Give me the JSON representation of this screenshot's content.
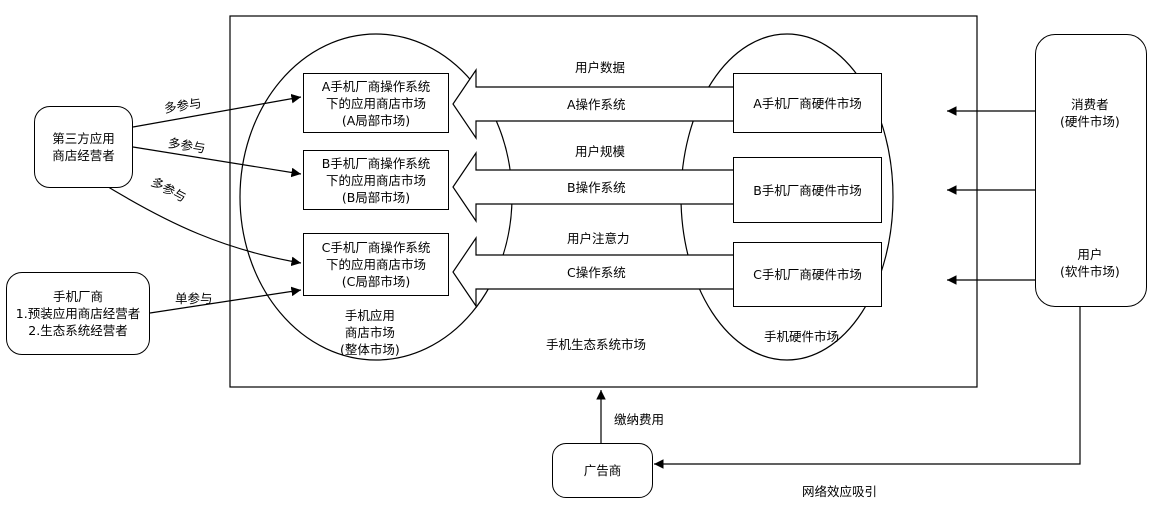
{
  "third_party": {
    "lines": [
      "第三方应用",
      "商店经营者"
    ]
  },
  "manufacturer": {
    "lines": [
      "手机厂商",
      "1.预装应用商店经营者",
      "2.生态系统经营者"
    ]
  },
  "app_stores": [
    {
      "lines": [
        "A手机厂商操作系统",
        "下的应用商店市场",
        "(A局部市场)"
      ]
    },
    {
      "lines": [
        "B手机厂商操作系统",
        "下的应用商店市场",
        "(B局部市场)"
      ]
    },
    {
      "lines": [
        "C手机厂商操作系统",
        "下的应用商店市场",
        "(C局部市场)"
      ]
    }
  ],
  "hardware_markets": [
    "A手机厂商硬件市场",
    "B手机厂商硬件市场",
    "C手机厂商硬件市场"
  ],
  "os_labels": [
    "A操作系统",
    "B操作系统",
    "C操作系统"
  ],
  "flow_labels": [
    "用户数据",
    "用户规模",
    "用户注意力"
  ],
  "participation": [
    "多参与",
    "多参与",
    "多参与",
    "单参与"
  ],
  "app_market_whole": {
    "lines": [
      "手机应用",
      "商店市场",
      "(整体市场)"
    ]
  },
  "ecosystem_label": "手机生态系统市场",
  "hardware_market_label": "手机硬件市场",
  "consumer": {
    "lines": [
      "消费者",
      "(硬件市场)"
    ]
  },
  "user": {
    "lines": [
      "用户",
      "(软件市场)"
    ]
  },
  "advertiser": "广告商",
  "fee_label": "缴纳费用",
  "network_effect_label": "网络效应吸引"
}
